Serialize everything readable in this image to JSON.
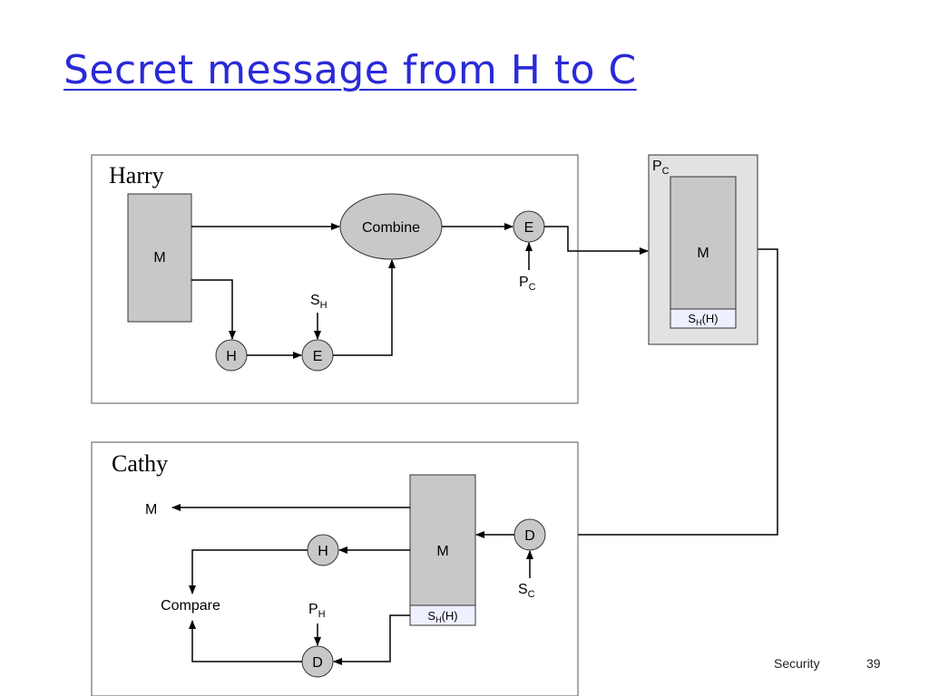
{
  "slide": {
    "title": "Secret message from H to C",
    "footer_label": "Security",
    "page_number": "39"
  },
  "diagram": {
    "harry": {
      "label": "Harry",
      "message": "M",
      "combine": "Combine",
      "encrypt_public": "E",
      "public_key": "P",
      "public_key_sub": "C",
      "hash": "H",
      "encrypt_secret": "E",
      "secret_key": "S",
      "secret_key_sub": "H"
    },
    "packet": {
      "label": "P",
      "label_sub": "C",
      "message": "M",
      "signature": "S",
      "signature_sub": "H",
      "signature_tail": "(H)"
    },
    "cathy": {
      "label": "Cathy",
      "output": "M",
      "message": "M",
      "signature": "S",
      "signature_sub": "H",
      "signature_tail": "(H)",
      "decrypt_secret": "D",
      "secret_key": "S",
      "secret_key_sub": "C",
      "hash": "H",
      "compare": "Compare",
      "public_key": "P",
      "public_key_sub": "H",
      "decrypt_public": "D"
    }
  }
}
